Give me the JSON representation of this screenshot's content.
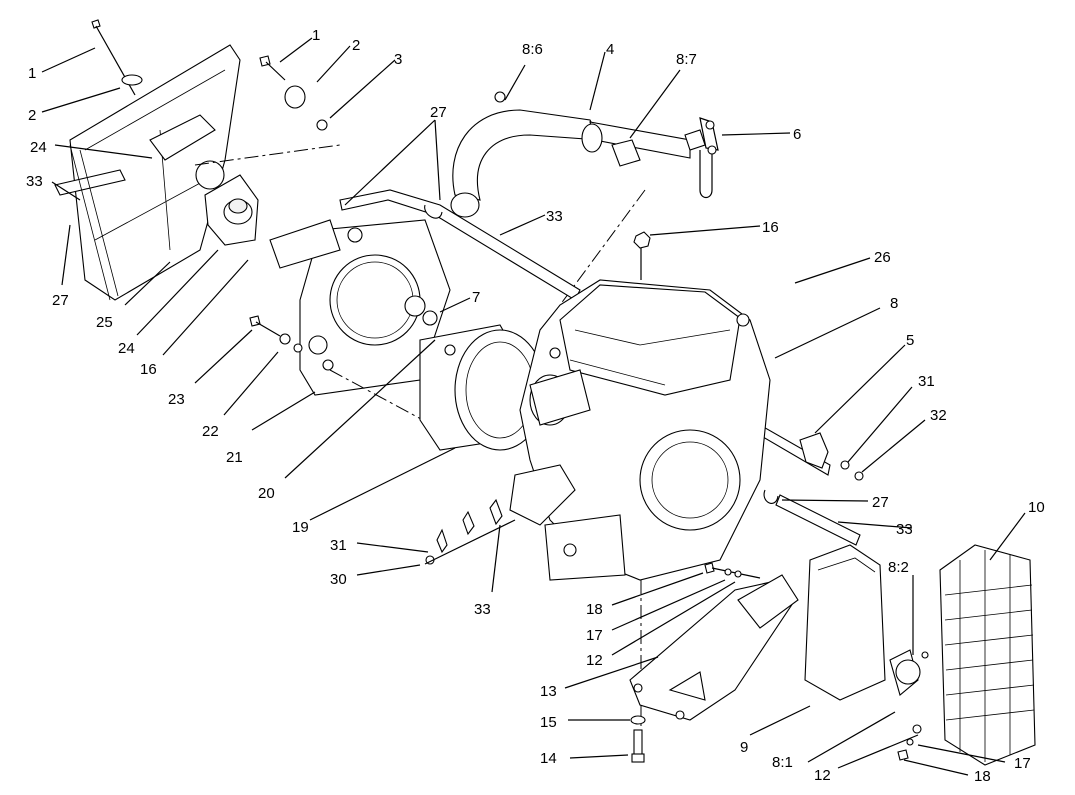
{
  "callouts": [
    {
      "id": "c1a",
      "text": "1"
    },
    {
      "id": "c2a",
      "text": "2"
    },
    {
      "id": "c1b",
      "text": "1"
    },
    {
      "id": "c2b",
      "text": "2"
    },
    {
      "id": "c3",
      "text": "3"
    },
    {
      "id": "c86",
      "text": "8:6"
    },
    {
      "id": "c4",
      "text": "4"
    },
    {
      "id": "c87",
      "text": "8:7"
    },
    {
      "id": "c6",
      "text": "6"
    },
    {
      "id": "c24a",
      "text": "24"
    },
    {
      "id": "c33a",
      "text": "33"
    },
    {
      "id": "c27a",
      "text": "27"
    },
    {
      "id": "c27b",
      "text": "27"
    },
    {
      "id": "c33b",
      "text": "33"
    },
    {
      "id": "c16a",
      "text": "16"
    },
    {
      "id": "c26",
      "text": "26"
    },
    {
      "id": "c25",
      "text": "25"
    },
    {
      "id": "c24b",
      "text": "24"
    },
    {
      "id": "c16b",
      "text": "16"
    },
    {
      "id": "c7",
      "text": "7"
    },
    {
      "id": "c8",
      "text": "8"
    },
    {
      "id": "c5",
      "text": "5"
    },
    {
      "id": "c23",
      "text": "23"
    },
    {
      "id": "c31a",
      "text": "31"
    },
    {
      "id": "c22",
      "text": "22"
    },
    {
      "id": "c32",
      "text": "32"
    },
    {
      "id": "c21",
      "text": "21"
    },
    {
      "id": "c20",
      "text": "20"
    },
    {
      "id": "c27c",
      "text": "27"
    },
    {
      "id": "c10",
      "text": "10"
    },
    {
      "id": "c19",
      "text": "19"
    },
    {
      "id": "c33c",
      "text": "33"
    },
    {
      "id": "c31b",
      "text": "31"
    },
    {
      "id": "c82",
      "text": "8:2"
    },
    {
      "id": "c30",
      "text": "30"
    },
    {
      "id": "c18a",
      "text": "18"
    },
    {
      "id": "c33d",
      "text": "33"
    },
    {
      "id": "c17a",
      "text": "17"
    },
    {
      "id": "c12a",
      "text": "12"
    },
    {
      "id": "c13",
      "text": "13"
    },
    {
      "id": "c15",
      "text": "15"
    },
    {
      "id": "c9",
      "text": "9"
    },
    {
      "id": "c81",
      "text": "8:1"
    },
    {
      "id": "c14",
      "text": "14"
    },
    {
      "id": "c12b",
      "text": "12"
    },
    {
      "id": "c17b",
      "text": "17"
    },
    {
      "id": "c18b",
      "text": "18"
    }
  ]
}
